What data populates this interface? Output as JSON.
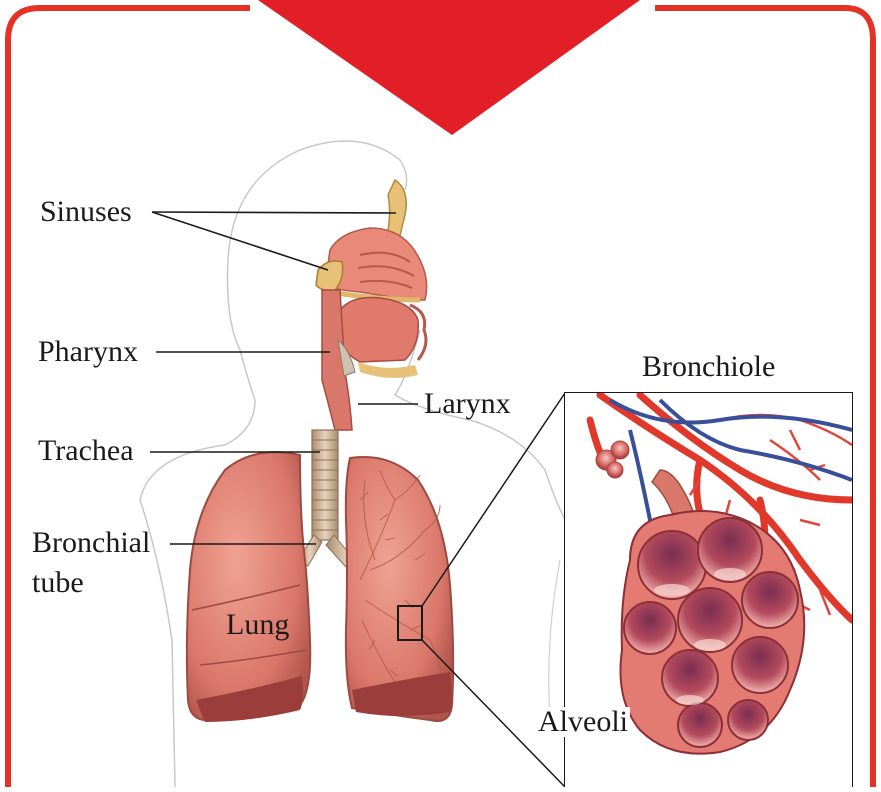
{
  "labels": {
    "sinuses": "Sinuses",
    "pharynx": "Pharynx",
    "trachea": "Trachea",
    "bronchial_line1": "Bronchial",
    "bronchial_line2": "tube",
    "lung": "Lung",
    "larynx": "Larynx",
    "bronchiole": "Bronchiole",
    "alveoli": "Alveoli"
  },
  "colors": {
    "frame": "#e53227",
    "banner": "#e21f26",
    "lung_fill": "#d9776a",
    "lung_dark": "#a84a44",
    "airway": "#c9a98b",
    "vein": "#3a4f9a",
    "artery": "#e0392c"
  }
}
